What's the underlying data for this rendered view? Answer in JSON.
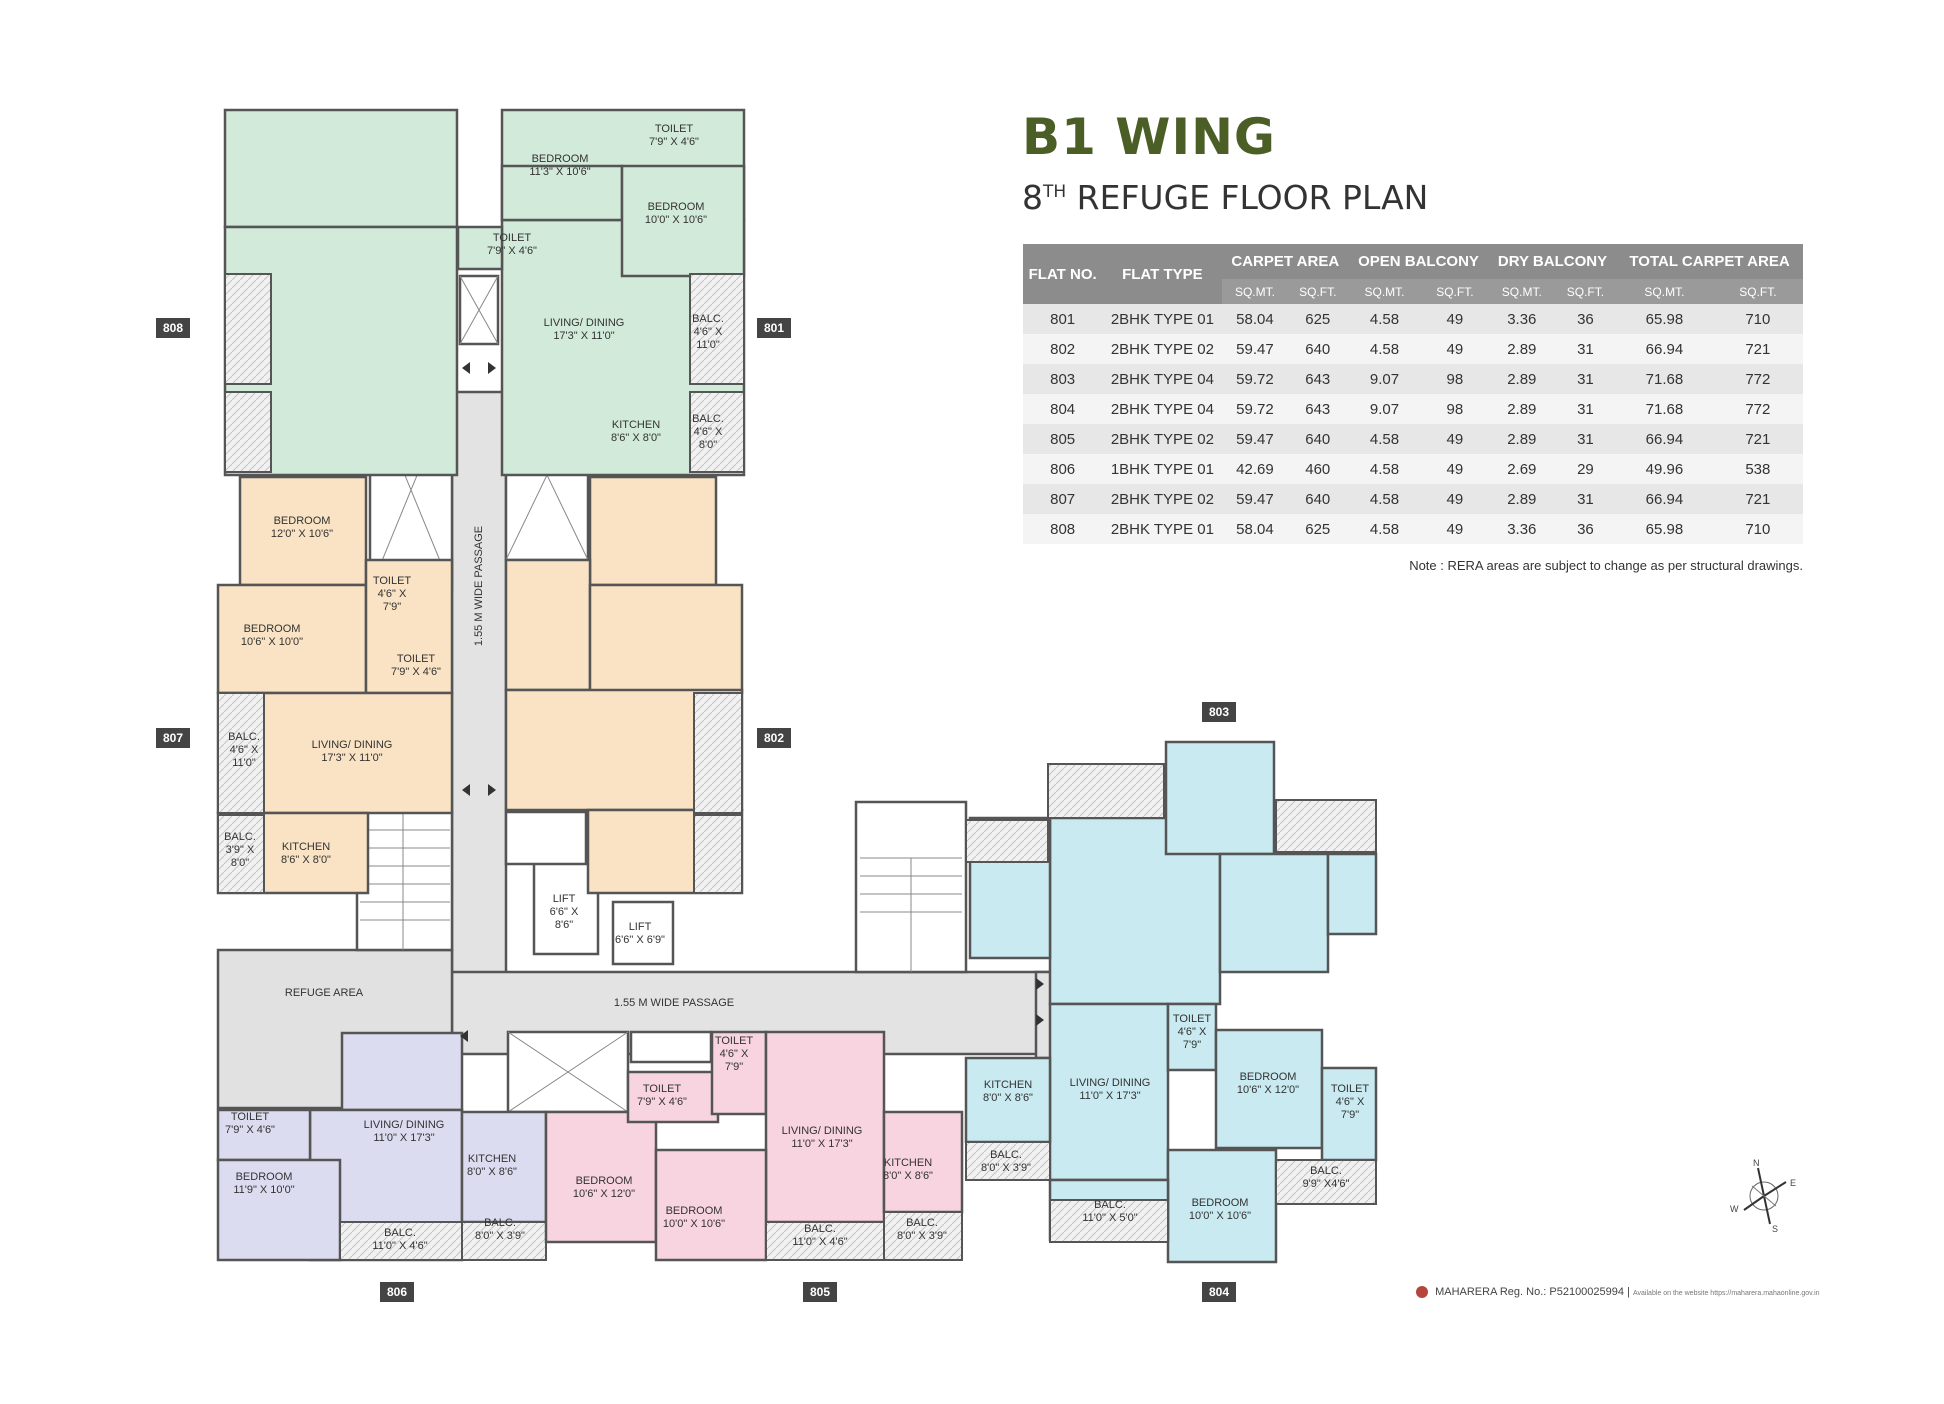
{
  "header": {
    "title": "B1 WING",
    "subtitle_prefix": "8",
    "subtitle_sup": "TH",
    "subtitle_rest": " REFUGE FLOOR PLAN"
  },
  "table": {
    "col_flat_no": "FLAT NO.",
    "col_flat_type": "FLAT TYPE",
    "col_carpet": "CARPET AREA",
    "col_open_balcony": "OPEN BALCONY",
    "col_dry_balcony": "DRY BALCONY",
    "col_total": "TOTAL CARPET AREA",
    "unit_sqmt": "SQ.MT.",
    "unit_sqft": "SQ.FT.",
    "rows": [
      [
        "801",
        "2BHK TYPE 01",
        "58.04",
        "625",
        "4.58",
        "49",
        "3.36",
        "36",
        "65.98",
        "710"
      ],
      [
        "802",
        "2BHK TYPE 02",
        "59.47",
        "640",
        "4.58",
        "49",
        "2.89",
        "31",
        "66.94",
        "721"
      ],
      [
        "803",
        "2BHK TYPE 04",
        "59.72",
        "643",
        "9.07",
        "98",
        "2.89",
        "31",
        "71.68",
        "772"
      ],
      [
        "804",
        "2BHK TYPE 04",
        "59.72",
        "643",
        "9.07",
        "98",
        "2.89",
        "31",
        "71.68",
        "772"
      ],
      [
        "805",
        "2BHK TYPE 02",
        "59.47",
        "640",
        "4.58",
        "49",
        "2.89",
        "31",
        "66.94",
        "721"
      ],
      [
        "806",
        "1BHK TYPE 01",
        "42.69",
        "460",
        "4.58",
        "49",
        "2.69",
        "29",
        "49.96",
        "538"
      ],
      [
        "807",
        "2BHK TYPE 02",
        "59.47",
        "640",
        "4.58",
        "49",
        "2.89",
        "31",
        "66.94",
        "721"
      ],
      [
        "808",
        "2BHK TYPE 01",
        "58.04",
        "625",
        "4.58",
        "49",
        "3.36",
        "36",
        "65.98",
        "710"
      ]
    ]
  },
  "note": "Note : RERA areas are subject to change as per structural drawings.",
  "footer": {
    "rera": "MAHARERA Reg. No.: P52100025994",
    "separator": "|",
    "website": "Available on the website https://maharera.mahaonline.gov.in"
  },
  "compass": {
    "n": "N",
    "e": "E",
    "s": "S",
    "w": "W"
  },
  "flat_tags": {
    "f801": "801",
    "f802": "802",
    "f803": "803",
    "f804": "804",
    "f805": "805",
    "f806": "806",
    "f807": "807",
    "f808": "808"
  },
  "colors": {
    "green": "#d2ead9",
    "orange": "#f9e3c4",
    "blue": "#c8eaf0",
    "purple": "#dcdcf1",
    "pink": "#f7d4df",
    "refuge": "#e1e1e1",
    "wall": "#555555",
    "tag": "#444444",
    "title": "#4a5e26"
  },
  "rooms": {
    "r801_bedroom1": [
      "BEDROOM",
      "11'3\" X 10'6\""
    ],
    "r801_toilet1": [
      "TOILET",
      "7'9\" X 4'6\""
    ],
    "r801_bedroom2": [
      "BEDROOM",
      "10'0\" X 10'6\""
    ],
    "r801_toilet2": [
      "TOILET",
      "7'9\" X 4'6\""
    ],
    "r801_living": [
      "LIVING/ DINING",
      "17'3\" X 11'0\""
    ],
    "r801_balc1": [
      "BALC.",
      "4'6\" X",
      "11'0\""
    ],
    "r801_kitchen": [
      "KITCHEN",
      "8'6\" X 8'0\""
    ],
    "r801_balc2": [
      "BALC.",
      "4'6\" X",
      "8'0\""
    ],
    "r807_bedroom1": [
      "BEDROOM",
      "12'0\" X 10'6\""
    ],
    "r807_toilet1": [
      "TOILET",
      "4'6\" X",
      "7'9\""
    ],
    "r807_bedroom2": [
      "BEDROOM",
      "10'6\" X 10'0\""
    ],
    "r807_toilet2": [
      "TOILET",
      "7'9\" X 4'6\""
    ],
    "r807_balc1": [
      "BALC.",
      "4'6\" X",
      "11'0\""
    ],
    "r807_living": [
      "LIVING/ DINING",
      "17'3\" X 11'0\""
    ],
    "r807_balc2": [
      "BALC.",
      "3'9\" X",
      "8'0\""
    ],
    "r807_kitchen": [
      "KITCHEN",
      "8'6\" X 8'0\""
    ],
    "lift1": [
      "LIFT",
      "6'6\" X",
      "8'6\""
    ],
    "lift2": [
      "LIFT",
      "6'6\" X 6'9\""
    ],
    "refuge": [
      "REFUGE AREA"
    ],
    "passage_h": [
      "1.55 M WIDE PASSAGE"
    ],
    "passage_v": [
      "1.55 M WIDE PASSAGE"
    ],
    "r806_toilet": [
      "TOILET",
      "7'9\" X 4'6\""
    ],
    "r806_bedroom": [
      "BEDROOM",
      "11'9\" X 10'0\""
    ],
    "r806_living": [
      "LIVING/ DINING",
      "11'0\" X 17'3\""
    ],
    "r806_kitchen": [
      "KITCHEN",
      "8'0\" X 8'6\""
    ],
    "r806_balc1": [
      "BALC.",
      "11'0\" X 4'6\""
    ],
    "r806_balc2": [
      "BALC.",
      "8'0\" X 3'9\""
    ],
    "r805_toilet1": [
      "TOILET",
      "7'9\" X 4'6\""
    ],
    "r805_toilet2": [
      "TOILET",
      "4'6\" X",
      "7'9\""
    ],
    "r805_bedroom1": [
      "BEDROOM",
      "10'6\" X 12'0\""
    ],
    "r805_bedroom2": [
      "BEDROOM",
      "10'0\" X 10'6\""
    ],
    "r805_living": [
      "LIVING/ DINING",
      "11'0\" X 17'3\""
    ],
    "r805_kitchen": [
      "KITCHEN",
      "8'0\" X 8'6\""
    ],
    "r805_balc1": [
      "BALC.",
      "11'0\" X 4'6\""
    ],
    "r805_balc2": [
      "BALC.",
      "8'0\" X 3'9\""
    ],
    "r804_kitchen": [
      "KITCHEN",
      "8'0\" X 8'6\""
    ],
    "r804_balc1": [
      "BALC.",
      "8'0\" X 3'9\""
    ],
    "r804_living": [
      "LIVING/ DINING",
      "11'0\" X 17'3\""
    ],
    "r804_toilet1": [
      "TOILET",
      "4'6\" X",
      "7'9\""
    ],
    "r804_bedroom1": [
      "BEDROOM",
      "10'6\" X 12'0\""
    ],
    "r804_toilet2": [
      "TOILET",
      "4'6\" X",
      "7'9\""
    ],
    "r804_balc2": [
      "BALC.",
      "9'9\" X4'6\""
    ],
    "r804_balc3": [
      "BALC.",
      "11'0\" X 5'0\""
    ],
    "r804_bedroom2": [
      "BEDROOM",
      "10'0\" X 10'6\""
    ]
  }
}
